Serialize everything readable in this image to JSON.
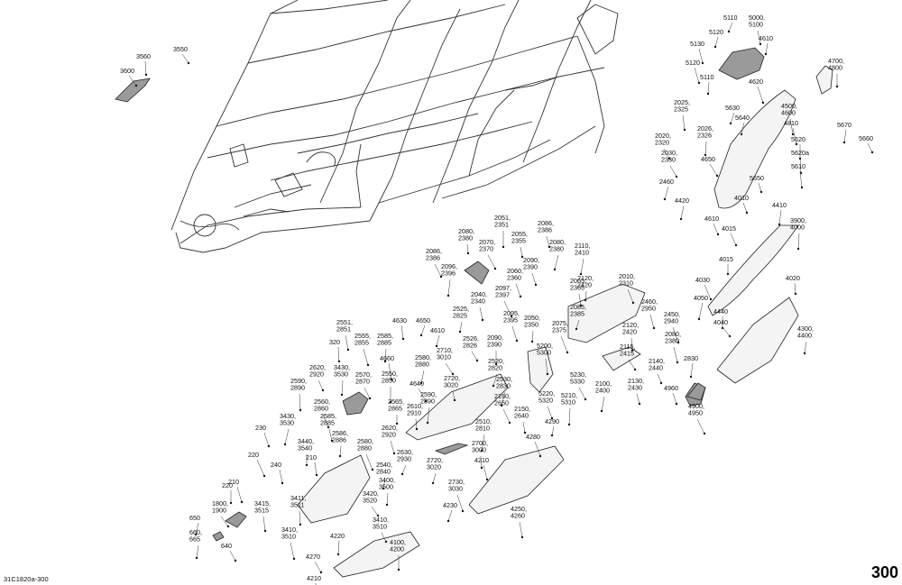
{
  "diagram_code": "31C1820a-300",
  "page_number": "300",
  "callouts": [
    {
      "text": [
        "5110"
      ]
    },
    {
      "text": [
        "5000,",
        "5100"
      ]
    },
    {
      "text": [
        "5120"
      ]
    },
    {
      "text": [
        "5130"
      ]
    },
    {
      "text": [
        "4610"
      ]
    },
    {
      "text": [
        "5120"
      ]
    },
    {
      "text": [
        "5110"
      ]
    },
    {
      "text": [
        "4620"
      ]
    },
    {
      "text": [
        "4700,",
        "4800"
      ]
    },
    {
      "text": [
        "3550"
      ]
    },
    {
      "text": [
        "3560"
      ]
    },
    {
      "text": [
        "3600"
      ]
    },
    {
      "text": [
        "2025,",
        "2325"
      ]
    },
    {
      "text": [
        "5630"
      ]
    },
    {
      "text": [
        "4500,",
        "4600"
      ]
    },
    {
      "text": [
        "5640"
      ]
    },
    {
      "text": [
        "4810"
      ]
    },
    {
      "text": [
        "5670"
      ]
    },
    {
      "text": [
        "5660"
      ]
    },
    {
      "text": [
        "2026,",
        "2326"
      ]
    },
    {
      "text": [
        "2020,",
        "2320"
      ]
    },
    {
      "text": [
        "5620"
      ]
    },
    {
      "text": [
        "2030,",
        "2330"
      ]
    },
    {
      "text": [
        "5620a"
      ]
    },
    {
      "text": [
        "4650"
      ]
    },
    {
      "text": [
        "5610"
      ]
    },
    {
      "text": [
        "2460"
      ]
    },
    {
      "text": [
        "5650"
      ]
    },
    {
      "text": [
        "4420"
      ]
    },
    {
      "text": [
        "4010"
      ]
    },
    {
      "text": [
        "4410"
      ]
    },
    {
      "text": [
        "4610"
      ]
    },
    {
      "text": [
        "3900,",
        "4000"
      ]
    },
    {
      "text": [
        "4015"
      ]
    },
    {
      "text": [
        "2051,",
        "2351"
      ]
    },
    {
      "text": [
        "2086,",
        "2386"
      ]
    },
    {
      "text": [
        "2080,",
        "2380"
      ]
    },
    {
      "text": [
        "2070,",
        "2370"
      ]
    },
    {
      "text": [
        "2055,",
        "2355"
      ]
    },
    {
      "text": [
        "2080,",
        "2380"
      ]
    },
    {
      "text": [
        "2086,",
        "2386"
      ]
    },
    {
      "text": [
        "2110,",
        "2410"
      ]
    },
    {
      "text": [
        "2090,",
        "2390"
      ]
    },
    {
      "text": [
        "2096,",
        "2396"
      ]
    },
    {
      "text": [
        "2060,",
        "2360"
      ]
    },
    {
      "text": [
        "2120,",
        "2420"
      ]
    },
    {
      "text": [
        "2010,",
        "2310"
      ]
    },
    {
      "text": [
        "4015"
      ]
    },
    {
      "text": [
        "4030"
      ]
    },
    {
      "text": [
        "4020"
      ]
    },
    {
      "text": [
        "2097,",
        "2397"
      ]
    },
    {
      "text": [
        "2065,",
        "2365"
      ]
    },
    {
      "text": [
        "4050"
      ]
    },
    {
      "text": [
        "2040,",
        "2340"
      ]
    },
    {
      "text": [
        "2085,",
        "2385"
      ]
    },
    {
      "text": [
        "2460,",
        "2950"
      ]
    },
    {
      "text": [
        "2525,",
        "2825"
      ]
    },
    {
      "text": [
        "2095,",
        "2395"
      ]
    },
    {
      "text": [
        "2050,",
        "2350"
      ]
    },
    {
      "text": [
        "2450,",
        "2940"
      ]
    },
    {
      "text": [
        "4440"
      ]
    },
    {
      "text": [
        "2075,",
        "2375"
      ]
    },
    {
      "text": [
        "2120,",
        "2420"
      ]
    },
    {
      "text": [
        "4040"
      ]
    },
    {
      "text": [
        "4630"
      ]
    },
    {
      "text": [
        "4650"
      ]
    },
    {
      "text": [
        "2551,",
        "2851"
      ]
    },
    {
      "text": [
        "4610"
      ]
    },
    {
      "text": [
        "2080,",
        "2380"
      ]
    },
    {
      "text": [
        "4300,",
        "4400"
      ]
    },
    {
      "text": [
        "2555,",
        "2855"
      ]
    },
    {
      "text": [
        "2585,",
        "2885"
      ]
    },
    {
      "text": [
        "2526,",
        "2826"
      ]
    },
    {
      "text": [
        "2090,",
        "2390"
      ]
    },
    {
      "text": [
        "2115,",
        "2415"
      ]
    },
    {
      "text": [
        "320"
      ]
    },
    {
      "text": [
        "2710,",
        "3010"
      ]
    },
    {
      "text": [
        "5200,",
        "5300"
      ]
    },
    {
      "text": [
        "2520,",
        "2820"
      ]
    },
    {
      "text": [
        "4660"
      ]
    },
    {
      "text": [
        "2580,",
        "2880"
      ]
    },
    {
      "text": [
        "2140,",
        "2440"
      ]
    },
    {
      "text": [
        "2830"
      ]
    },
    {
      "text": [
        "2620,",
        "2920"
      ]
    },
    {
      "text": [
        "3430,",
        "3530"
      ]
    },
    {
      "text": [
        "2570,",
        "2870"
      ]
    },
    {
      "text": [
        "2550,",
        "2850"
      ]
    },
    {
      "text": [
        "5230,",
        "5330"
      ]
    },
    {
      "text": [
        "2590,",
        "2890"
      ]
    },
    {
      "text": [
        "4640"
      ]
    },
    {
      "text": [
        "2720,",
        "3020"
      ]
    },
    {
      "text": [
        "2530,",
        "2830"
      ]
    },
    {
      "text": [
        "2130,",
        "2430"
      ]
    },
    {
      "text": [
        "2100,",
        "2400"
      ]
    },
    {
      "text": [
        "4960"
      ]
    },
    {
      "text": [
        "2590,",
        "2890"
      ]
    },
    {
      "text": [
        "5220,",
        "5320"
      ]
    },
    {
      "text": [
        "5210,",
        "5310"
      ]
    },
    {
      "text": [
        "2560,",
        "2860"
      ]
    },
    {
      "text": [
        "2565,",
        "2865"
      ]
    },
    {
      "text": [
        "2160,",
        "2650"
      ]
    },
    {
      "text": [
        "2610,",
        "2910"
      ]
    },
    {
      "text": [
        "4900,",
        "4950"
      ]
    },
    {
      "text": [
        "2150,",
        "2640"
      ]
    },
    {
      "text": [
        "3430,",
        "3530"
      ]
    },
    {
      "text": [
        "2585,",
        "2885"
      ]
    },
    {
      "text": [
        "2510,",
        "2810"
      ]
    },
    {
      "text": [
        "2620,",
        "2920"
      ]
    },
    {
      "text": [
        "4290"
      ]
    },
    {
      "text": [
        "230"
      ]
    },
    {
      "text": [
        "2586,",
        "2886"
      ]
    },
    {
      "text": [
        "4280"
      ]
    },
    {
      "text": [
        "3440,",
        "3540"
      ]
    },
    {
      "text": [
        "2580,",
        "2880"
      ]
    },
    {
      "text": [
        "2700,",
        "3000"
      ]
    },
    {
      "text": [
        "220"
      ]
    },
    {
      "text": [
        "210"
      ]
    },
    {
      "text": [
        "2630,",
        "2930"
      ]
    },
    {
      "text": [
        "240"
      ]
    },
    {
      "text": [
        "2720,",
        "3020"
      ]
    },
    {
      "text": [
        "4210"
      ]
    },
    {
      "text": [
        "2540,",
        "2840"
      ]
    },
    {
      "text": [
        "210"
      ]
    },
    {
      "text": [
        "3400,",
        "3500"
      ]
    },
    {
      "text": [
        "2730,",
        "3030"
      ]
    },
    {
      "text": [
        "220"
      ]
    },
    {
      "text": [
        "3420,",
        "3520"
      ]
    },
    {
      "text": [
        "3411,",
        "3511"
      ]
    },
    {
      "text": [
        "1800,",
        "1900"
      ]
    },
    {
      "text": [
        "3415,",
        "3515"
      ]
    },
    {
      "text": [
        "4230"
      ]
    },
    {
      "text": [
        "4250,",
        "4260"
      ]
    },
    {
      "text": [
        "650"
      ]
    },
    {
      "text": [
        "3410,",
        "3510"
      ]
    },
    {
      "text": [
        "660,",
        "665"
      ]
    },
    {
      "text": [
        "3410,",
        "3510"
      ]
    },
    {
      "text": [
        "4220"
      ]
    },
    {
      "text": [
        "640"
      ]
    },
    {
      "text": [
        "4100,",
        "4200"
      ]
    },
    {
      "text": [
        "4270"
      ]
    },
    {
      "text": [
        "4210"
      ]
    }
  ]
}
